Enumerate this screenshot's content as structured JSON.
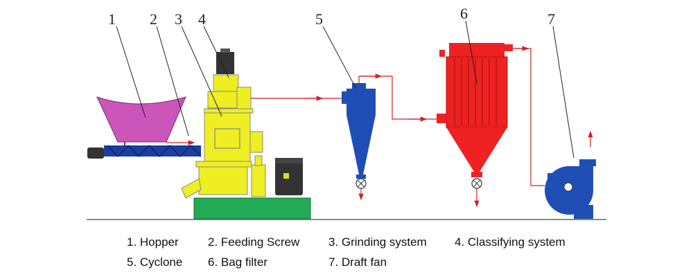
{
  "colors": {
    "hopper": "#cc55bb",
    "screw": "#1a3fa0",
    "mill": "#eeee22",
    "base": "#22aa55",
    "cyclone": "#1f4fb5",
    "bag_filter": "#ee2222",
    "fan": "#1f4fb5",
    "pipe": "#d42020",
    "motor": "#333333"
  },
  "callouts": [
    {
      "number": "1"
    },
    {
      "number": "2"
    },
    {
      "number": "3"
    },
    {
      "number": "4"
    },
    {
      "number": "5"
    },
    {
      "number": "6"
    },
    {
      "number": "7"
    }
  ],
  "legend": [
    {
      "label": "1. Hopper"
    },
    {
      "label": "2. Feeding Screw"
    },
    {
      "label": "3. Grinding system"
    },
    {
      "label": "4. Classifying system"
    },
    {
      "label": "5. Cyclone"
    },
    {
      "label": "6. Bag filter"
    },
    {
      "label": "7. Draft fan"
    }
  ]
}
